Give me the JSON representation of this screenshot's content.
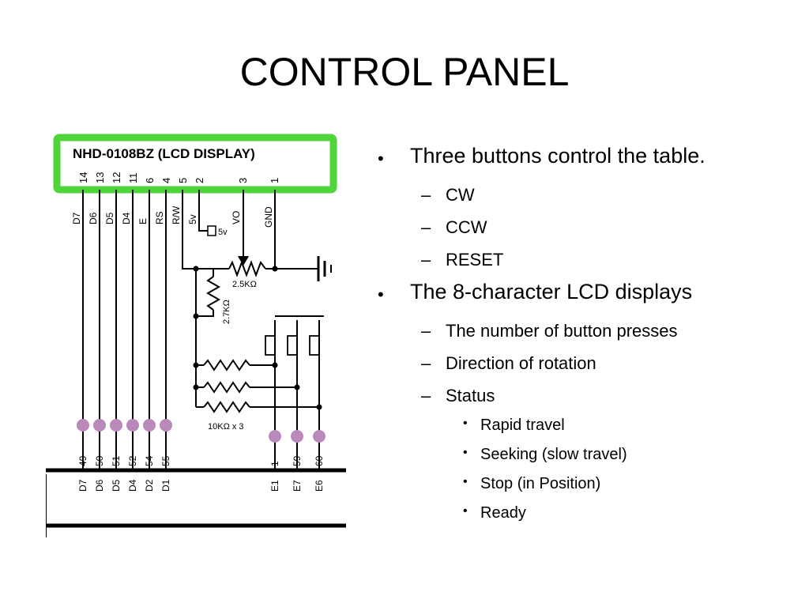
{
  "slide": {
    "title": "CONTROL PANEL"
  },
  "diagram": {
    "lcd_label": "NHD-0108BZ (LCD DISPLAY)",
    "lcd_pins": [
      "14",
      "13",
      "12",
      "11",
      "6",
      "4",
      "5",
      "2",
      "3",
      "1"
    ],
    "lcd_signals": [
      "D7",
      "D6",
      "D5",
      "D4",
      "E",
      "RS",
      "R/W",
      "5v",
      "VO",
      "GND"
    ],
    "supply_label": "5v",
    "pot_label": "2.5KΩ",
    "resistor_label": "2.7KΩ",
    "resistor_array_label": "10KΩ x 3",
    "header_pins": [
      "49",
      "50",
      "51",
      "52",
      "54",
      "55",
      "1",
      "59",
      "60"
    ],
    "port_labels": [
      "D7",
      "D6",
      "D5",
      "D4",
      "D2",
      "D1",
      "E1",
      "E7",
      "E6"
    ],
    "colors": {
      "lcd_border": "#4fd43a",
      "pin_dot": "#b989b9",
      "wire": "#000000"
    }
  },
  "bullets": [
    {
      "text": "Three buttons control the table.",
      "children": [
        {
          "text": "CW"
        },
        {
          "text": "CCW"
        },
        {
          "text": "RESET"
        }
      ]
    },
    {
      "text": "The 8-character LCD displays",
      "children": [
        {
          "text": "The number of button presses"
        },
        {
          "text": "Direction of rotation"
        },
        {
          "text": "Status",
          "children": [
            {
              "text": "Rapid travel"
            },
            {
              "text": "Seeking (slow travel)"
            },
            {
              "text": "Stop (in Position)"
            },
            {
              "text": "Ready"
            }
          ]
        }
      ]
    }
  ]
}
